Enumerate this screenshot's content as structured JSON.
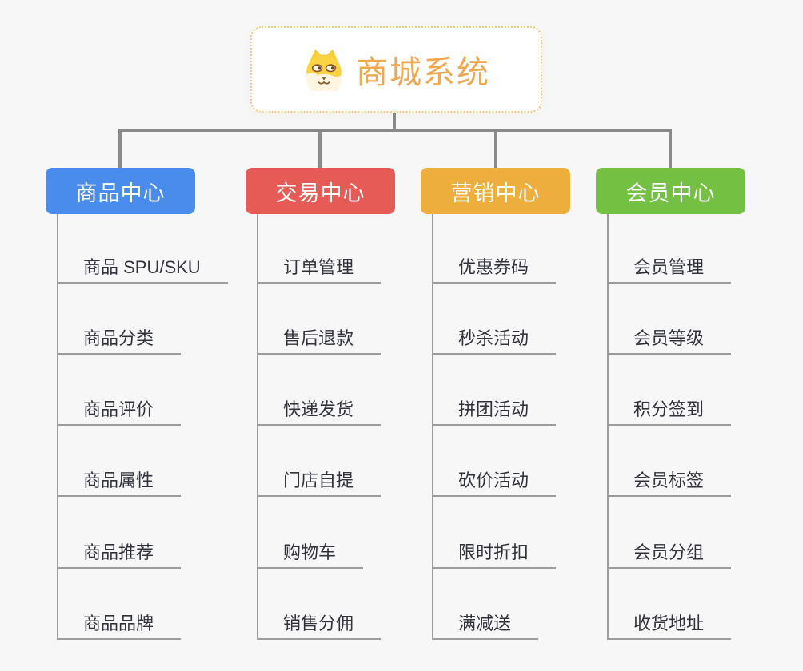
{
  "root": {
    "title": "商城系统",
    "icon": "dog-face-icon",
    "title_color": "#F0A74E",
    "border_color": "#F3CA83"
  },
  "branches": [
    {
      "label": "商品中心",
      "color": "#4A8CEC",
      "children": [
        "商品 SPU/SKU",
        "商品分类",
        "商品评价",
        "商品属性",
        "商品推荐",
        "商品品牌"
      ]
    },
    {
      "label": "交易中心",
      "color": "#E65B55",
      "children": [
        "订单管理",
        "售后退款",
        "快递发货",
        "门店自提",
        "购物车",
        "销售分佣"
      ]
    },
    {
      "label": "营销中心",
      "color": "#EDAE3E",
      "children": [
        "优惠券码",
        "秒杀活动",
        "拼团活动",
        "砍价活动",
        "限时折扣",
        "满减送"
      ]
    },
    {
      "label": "会员中心",
      "color": "#73C042",
      "children": [
        "会员管理",
        "会员等级",
        "积分签到",
        "会员标签",
        "会员分组",
        "收货地址"
      ]
    }
  ],
  "colors": {
    "background": "#F7F7F8",
    "connector": "#8A8A8A",
    "leaf_line": "#9C9C9C",
    "leaf_text": "#32333B"
  }
}
